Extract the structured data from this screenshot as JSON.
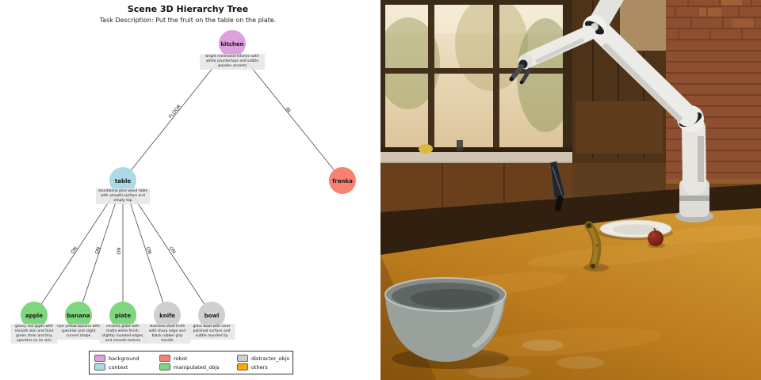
{
  "tree": {
    "title": "Scene 3D Hierarchy Tree",
    "subtitle": "Task Description: Put the fruit on the table on the plate.",
    "nodes": {
      "kitchen": {
        "label": "kitchen",
        "color": "#DDA0DD",
        "desc": "bright minimalist kitchen with white countertops and subtle wooden accents"
      },
      "table": {
        "label": "table",
        "color": "#ADD8E6",
        "desc": "standalone pine wood table with smooth surface and empty top"
      },
      "franka": {
        "label": "franka",
        "color": "#FA8072"
      },
      "apple": {
        "label": "apple",
        "color": "#7ED67E",
        "desc": "glossy red apple with smooth skin and faint green stem and tiny speckles on its skin"
      },
      "banana": {
        "label": "banana",
        "color": "#7ED67E",
        "desc": "ripe yellow banana with speckles and slight curved shape"
      },
      "plate": {
        "label": "plate",
        "color": "#7ED67E",
        "desc": "ceramic plate with matte white finish, slightly rounded edges, and smooth texture"
      },
      "knife": {
        "label": "knife",
        "color": "#CFCFCF",
        "desc": "stainless steel knife with sharp edge and black rubber grip handle"
      },
      "bowl": {
        "label": "bowl",
        "color": "#CFCFCF",
        "desc": "glass bowl with clear polished surface and subtle rounded lip"
      }
    },
    "edges": {
      "floor": "FLOOR",
      "in": "IN",
      "on": "ON"
    },
    "legend": [
      {
        "label": "background",
        "color": "#DDA0DD"
      },
      {
        "label": "robot",
        "color": "#FA8072"
      },
      {
        "label": "distractor_objs",
        "color": "#CFCFCF"
      },
      {
        "label": "context",
        "color": "#ADD8E6"
      },
      {
        "label": "manipulated_objs",
        "color": "#7ED67E"
      },
      {
        "label": "others",
        "color": "#FFA500"
      }
    ]
  },
  "scene": {
    "objects": [
      "robot-arm",
      "bowl",
      "banana",
      "apple",
      "plate",
      "knife",
      "kitchen-table",
      "window",
      "brick-wall",
      "cabinets",
      "countertop"
    ],
    "colors": {
      "table_top": "#BC7C1E",
      "robot_body": "#E8E7E2",
      "bowl_gray": "#9AA19D"
    }
  }
}
